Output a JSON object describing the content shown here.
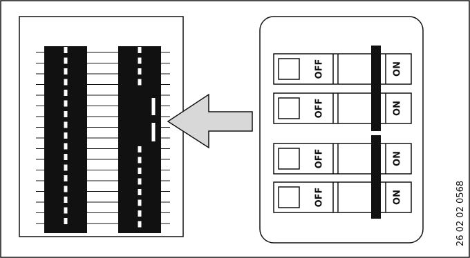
{
  "figure_id": "26 02 02 0568",
  "colors": {
    "ink": "#111111",
    "paper": "#ffffff",
    "arrow_fill": "#d8d8d8",
    "dash": "#ffffff"
  },
  "panel_left": {
    "description_icon": "dip-switch-strip-icon",
    "strip_count": 2
  },
  "panel_right": {
    "switches": [
      {
        "off_label": "OFF",
        "on_label": "ON",
        "state": "on"
      },
      {
        "off_label": "OFF",
        "on_label": "ON",
        "state": "on"
      },
      {
        "off_label": "OFF",
        "on_label": "ON",
        "state": "on"
      },
      {
        "off_label": "OFF",
        "on_label": "ON",
        "state": "on"
      }
    ]
  },
  "arrow": {
    "direction": "left",
    "icon": "arrow-left-icon"
  }
}
